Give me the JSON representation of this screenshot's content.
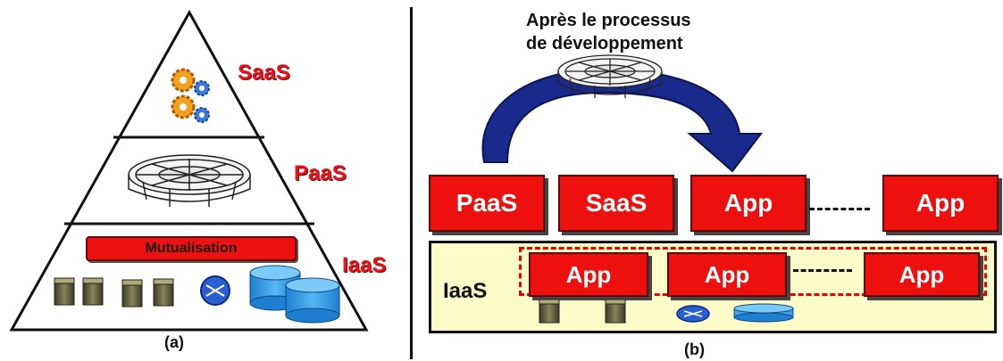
{
  "panel_a": {
    "layers": {
      "saas": "SaaS",
      "paas": "PaaS",
      "iaas": "IaaS"
    },
    "mutualisation_label": "Mutualisation",
    "caption": "(a)",
    "icons": [
      "gears-icon",
      "gears-icon",
      "platform-wheel-icon",
      "server-icon",
      "server-icon",
      "server-icon",
      "server-icon",
      "router-icon",
      "database-icon",
      "database-icon"
    ]
  },
  "panel_b": {
    "process_title_line1": "Après le processus",
    "process_title_line2": "de développement",
    "top_boxes": [
      "PaaS",
      "SaaS",
      "App",
      "App"
    ],
    "inner_boxes": [
      "App",
      "App",
      "App"
    ],
    "iaas_label": "IaaS",
    "caption": "(b)",
    "icons": [
      "platform-wheel-icon",
      "curved-arrow-icon",
      "server-icon",
      "server-icon",
      "router-icon",
      "storage-disk-icon"
    ]
  },
  "colors": {
    "box_red": "#ee0f0f",
    "layer_label_red": "#e8141c",
    "arrow_blue": "#1a2a8c",
    "iaas_background": "#fdfbc8",
    "database_blue": "#3aa0e8"
  }
}
